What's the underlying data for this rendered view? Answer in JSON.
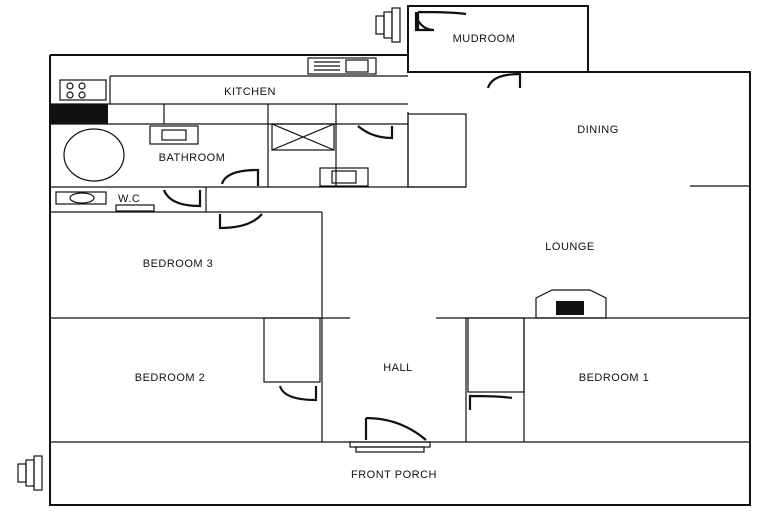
{
  "rooms": {
    "mudroom": "MUDROOM",
    "kitchen": "KITCHEN",
    "dining": "DINING",
    "bathroom": "BATHROOM",
    "wc": "W.C",
    "lounge": "LOUNGE",
    "bedroom3": "BEDROOM 3",
    "hall": "HALL",
    "bedroom2": "BEDROOM 2",
    "bedroom1": "BEDROOM 1",
    "front_porch": "FRONT PORCH"
  }
}
